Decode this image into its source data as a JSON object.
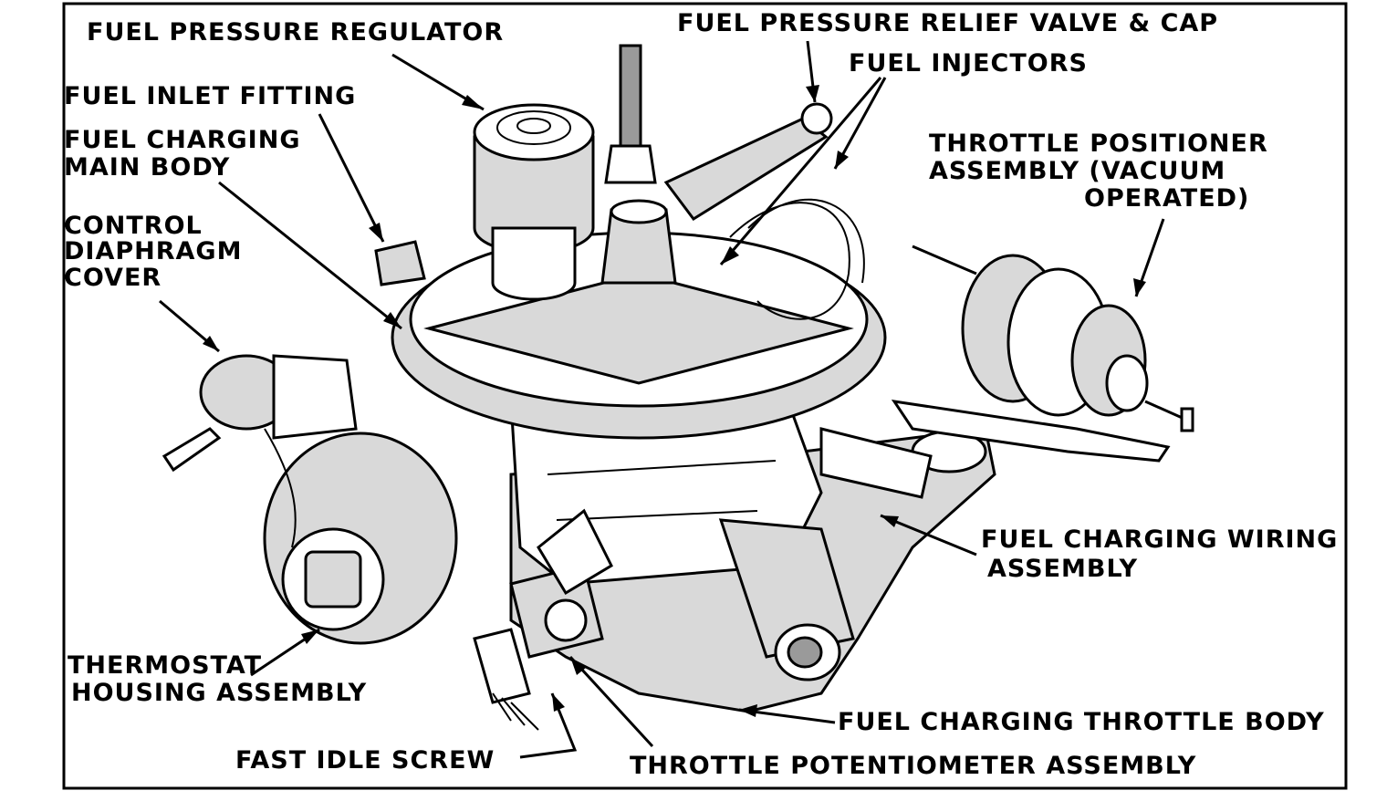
{
  "labels": {
    "fuel_pressure_regulator": "FUEL PRESSURE REGULATOR",
    "fuel_pressure_relief_valve": "FUEL PRESSURE RELIEF VALVE & CAP",
    "fuel_injectors": "FUEL INJECTORS",
    "fuel_inlet_fitting": "FUEL INLET FITTING",
    "fuel_charging_main_body": [
      "FUEL CHARGING",
      "MAIN BODY"
    ],
    "throttle_positioner": [
      "THROTTLE POSITIONER",
      "ASSEMBLY (VACUUM",
      "OPERATED)"
    ],
    "control_diaphragm_cover": [
      "CONTROL",
      "DIAPHRAGM",
      "COVER"
    ],
    "fuel_charging_wiring": [
      "FUEL CHARGING WIRING",
      "ASSEMBLY"
    ],
    "thermostat_housing": [
      "THERMOSTAT",
      "HOUSING ASSEMBLY"
    ],
    "fuel_charging_throttle_body": "FUEL CHARGING THROTTLE BODY",
    "fast_idle_screw": "FAST IDLE SCREW",
    "throttle_potentiometer": "THROTTLE POTENTIOMETER ASSEMBLY"
  }
}
